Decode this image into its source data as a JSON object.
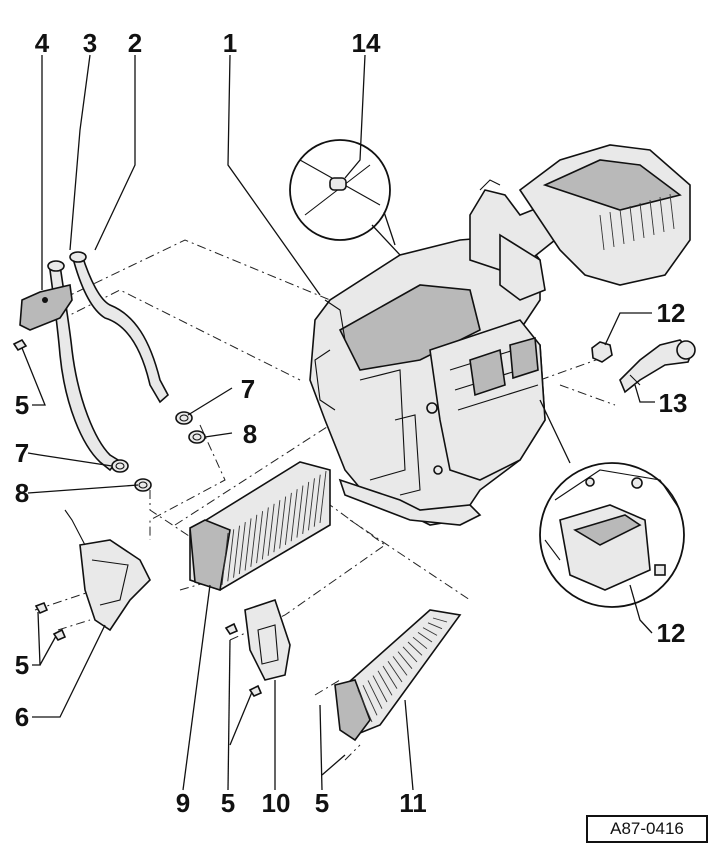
{
  "diagram": {
    "callouts": [
      "1",
      "2",
      "3",
      "4",
      "5",
      "6",
      "7",
      "8",
      "9",
      "10",
      "11",
      "12",
      "13",
      "14"
    ],
    "reference_code": "A87-0416"
  }
}
